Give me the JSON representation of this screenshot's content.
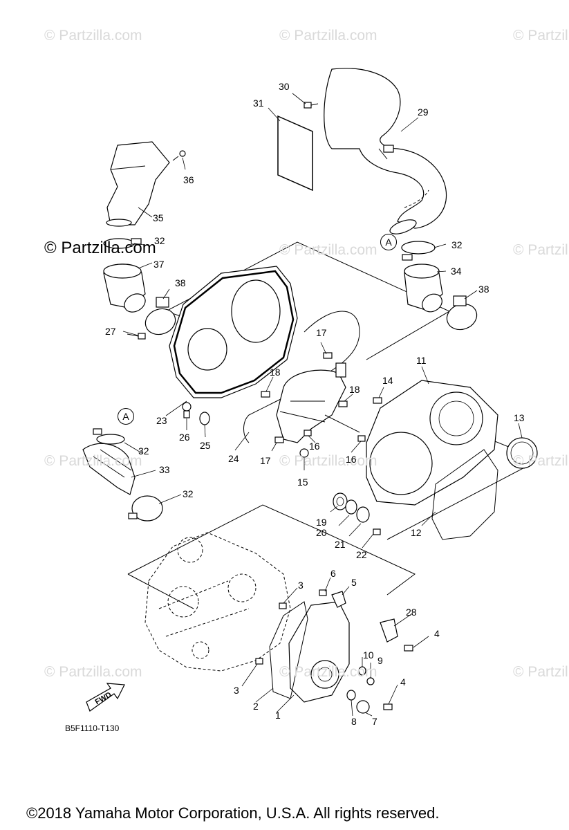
{
  "watermarks": [
    "© Partzilla.com",
    "© Partzilla.com",
    "© Partzilla.com",
    "© Partzilla.com",
    "© Partzilla.com",
    "© Partzilla.com",
    "© Partzilla.com",
    "© Partzilla.com",
    "© Partzilla.com",
    "© Partzilla.com",
    "© Partzilla.com"
  ],
  "watermark_dark": "© Partzilla.com",
  "callouts": [
    "1",
    "2",
    "3",
    "3",
    "4",
    "4",
    "5",
    "6",
    "7",
    "8",
    "9",
    "10",
    "11",
    "12",
    "13",
    "14",
    "15",
    "16",
    "16",
    "17",
    "17",
    "18",
    "18",
    "19",
    "20",
    "21",
    "22",
    "23",
    "24",
    "25",
    "26",
    "27",
    "28",
    "29",
    "30",
    "31",
    "32",
    "32",
    "32",
    "32",
    "33",
    "34",
    "35",
    "36",
    "37",
    "38",
    "38"
  ],
  "reference_marks": [
    "A",
    "A"
  ],
  "fwd_label": "FWD",
  "diagram_code": "B5F1110-T130",
  "copyright": "©2018  Yamaha Motor Corporation, U.S.A. All rights reserved."
}
